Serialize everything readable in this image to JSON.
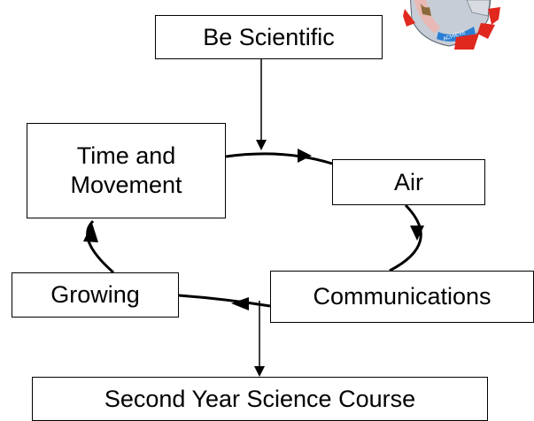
{
  "diagram": {
    "nodes": {
      "be_scientific": "Be Scientific",
      "time_and_movement": [
        "Time and",
        "Movement"
      ],
      "air": "Air",
      "growing": "Growing",
      "communications": "Communications",
      "second_year": "Second Year Science Course"
    },
    "logo_text": "ACHIEVE"
  }
}
